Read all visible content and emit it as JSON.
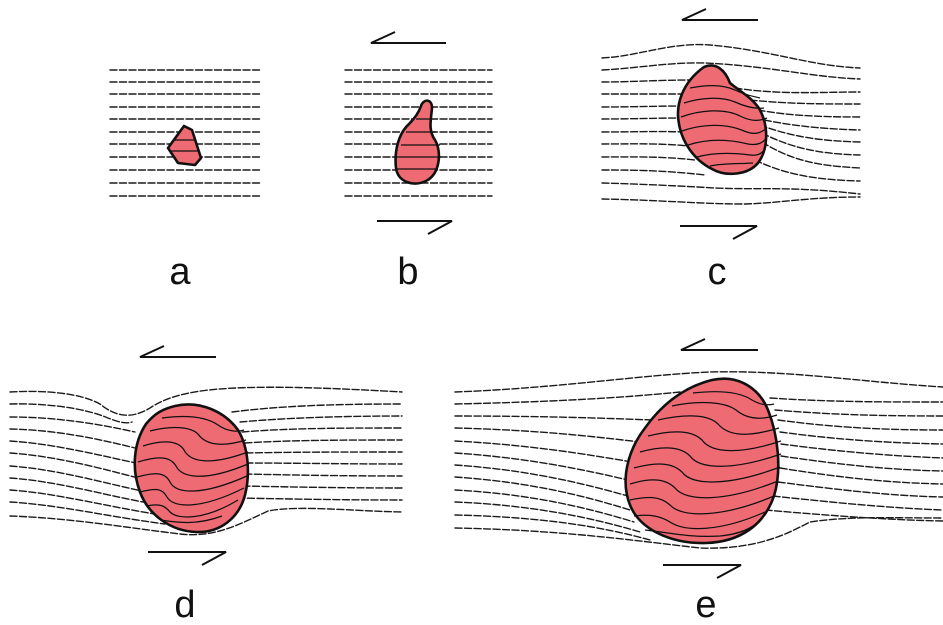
{
  "figure": {
    "grain_color": "#ef6b73",
    "outline_color": "#111111",
    "panels": [
      {
        "id": "a",
        "label": "a"
      },
      {
        "id": "b",
        "label": "b"
      },
      {
        "id": "c",
        "label": "c"
      },
      {
        "id": "d",
        "label": "d"
      },
      {
        "id": "e",
        "label": "e"
      }
    ]
  }
}
